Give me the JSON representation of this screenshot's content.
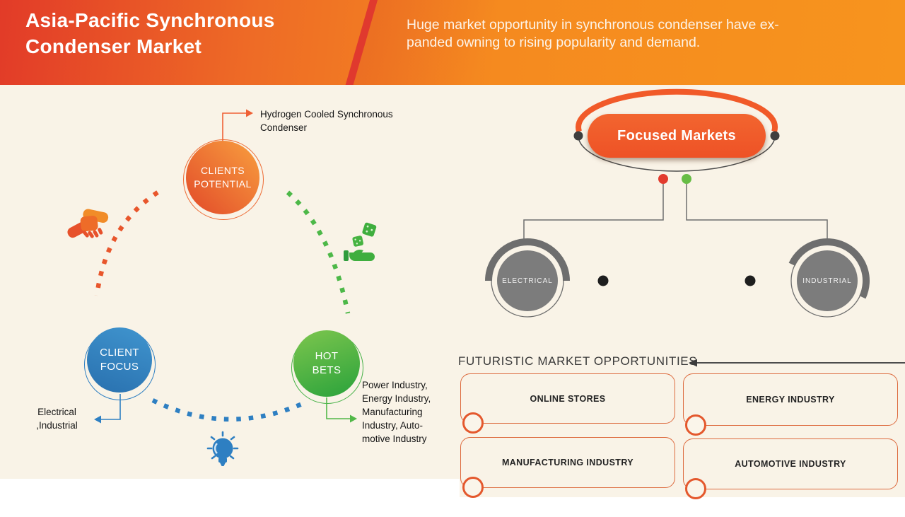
{
  "header": {
    "title": "Asia-Pacific Synchronous\nCondenser Market",
    "subtitle": "Huge market opportunity in synchronous condenser  have ex-\npanded owning to rising popularity and demand."
  },
  "left_diagram": {
    "clients_potential": {
      "label": "CLIENTS\nPOTENTIAL",
      "annotation": "Hydrogen Cooled Synchronous\nCondenser"
    },
    "client_focus": {
      "label": "CLIENT\nFOCUS",
      "annotation": "Electrical\n,Industrial"
    },
    "hot_bets": {
      "label": "HOT\nBETS",
      "annotation": "Power Industry,\nEnergy Industry,\nManufacturing\nIndustry, Auto-\nmotive Industry"
    },
    "icons": {
      "handshake": "handshake-icon",
      "hand_with_dice": "hand-with-dice-icon",
      "lightbulb": "lightbulb-icon"
    }
  },
  "focused_markets": {
    "label": "Focused Markets",
    "branches": [
      {
        "label": "ELECTRICAL"
      },
      {
        "label": "INDUSTRIAL"
      }
    ]
  },
  "futuristic": {
    "title": "FUTURISTIC MARKET OPPORTUNITIES",
    "boxes": [
      {
        "label": "ONLINE STORES"
      },
      {
        "label": "ENERGY INDUSTRY"
      },
      {
        "label": "MANUFACTURING INDUSTRY"
      },
      {
        "label": "AUTOMOTIVE INDUSTRY"
      }
    ]
  },
  "colors": {
    "accent_orange": "#f15a29",
    "deep_red": "#e23b28",
    "golden_orange": "#f7941e",
    "blue": "#2e7fc2",
    "green": "#4db848",
    "gray": "#7c7c7c",
    "cream_background": "#f9f3e7"
  }
}
